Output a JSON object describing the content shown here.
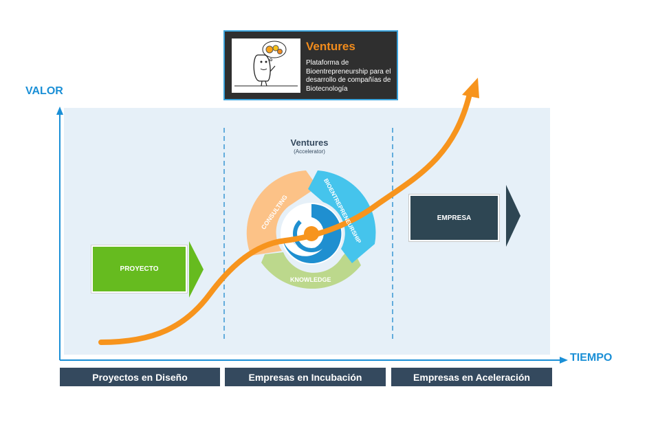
{
  "header": {
    "title": "Ventures",
    "description": "Plataforma de Bioentrepreneurship para el desarrollo de compañías de Biotecnología",
    "border_color": "#3aa3dc",
    "title_color": "#f28c1c"
  },
  "axes": {
    "y_label": "VALOR",
    "x_label": "TIEMPO",
    "color": "#1a8fd6"
  },
  "center": {
    "title": "Ventures",
    "subtitle": "(Accelerator)",
    "segments": {
      "consulting": "CONSULTING",
      "bioentrepreneurship": "BIOENTREPRENEURSHIP",
      "knowledge": "KNOWLEDGE"
    }
  },
  "boxes": {
    "proyecto": "PROYECTO",
    "empresa": "EMPRESA"
  },
  "stages": [
    "Proyectos en Diseño",
    "Empresas en Incubación",
    "Empresas en Aceleración"
  ],
  "colors": {
    "panel": "#e6f0f8",
    "curve": "#f7941d",
    "consulting": "#fcc287",
    "bioentrepreneurship": "#45c4ec",
    "knowledge": "#bcd88c",
    "swirl": "#1f8fd0",
    "proyecto": "#66bb1f",
    "empresa": "#2e4653",
    "stage_bar": "#34495e"
  }
}
